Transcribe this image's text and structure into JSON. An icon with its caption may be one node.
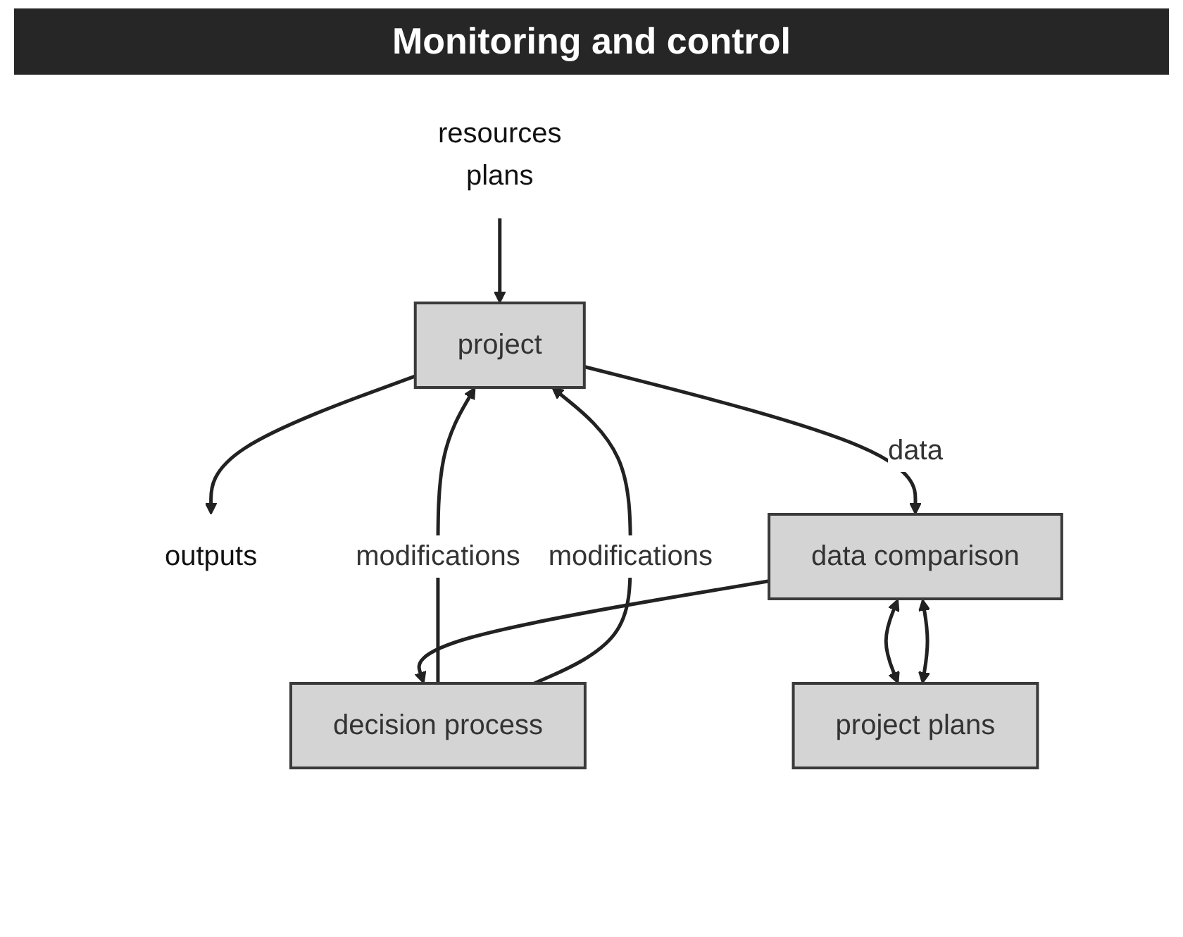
{
  "diagram": {
    "title": "Monitoring and control",
    "nodes": [
      {
        "text": [
          "resources",
          "plans"
        ]
      },
      {
        "text": [
          "project"
        ]
      },
      {
        "text": [
          "outputs"
        ]
      },
      {
        "text": [
          "decision process"
        ]
      },
      {
        "text": [
          "data comparison"
        ]
      },
      {
        "text": [
          "project plans"
        ]
      }
    ],
    "edges": [
      {
        "from": 0,
        "to": 1,
        "arrow": "to"
      },
      {
        "from": 1,
        "to": 2,
        "arrow": "to"
      },
      {
        "from": 3,
        "to": 1,
        "label": "modifications",
        "arrow": "to"
      },
      {
        "from": 3,
        "to": 1,
        "label": "modifications",
        "arrow": "to"
      },
      {
        "from": 1,
        "to": 4,
        "label": "data",
        "arrow": "to"
      },
      {
        "from": 4,
        "to": 3,
        "arrow": "to"
      },
      {
        "from": 4,
        "to": 5,
        "arrow": "both"
      },
      {
        "from": 4,
        "to": 5,
        "arrow": "both"
      }
    ]
  }
}
